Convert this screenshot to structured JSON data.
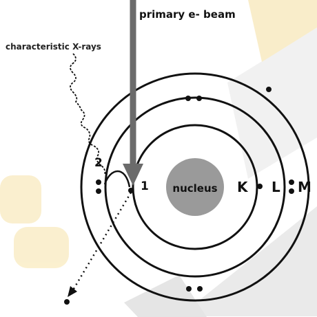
{
  "labels": {
    "beam": "primary e- beam",
    "xrays": "characteristic X-rays",
    "nucleus": "nucleus",
    "shell_k": "K",
    "shell_l": "L",
    "shell_m": "M",
    "step_1": "1",
    "step_2": "2"
  },
  "colors": {
    "ink": "#111111",
    "beam_arrow": "#6b6b6b",
    "nucleus_fill": "#9a9a9a",
    "watermark_gray": "#c8c8c8",
    "watermark_yellow": "#f7d98a"
  }
}
